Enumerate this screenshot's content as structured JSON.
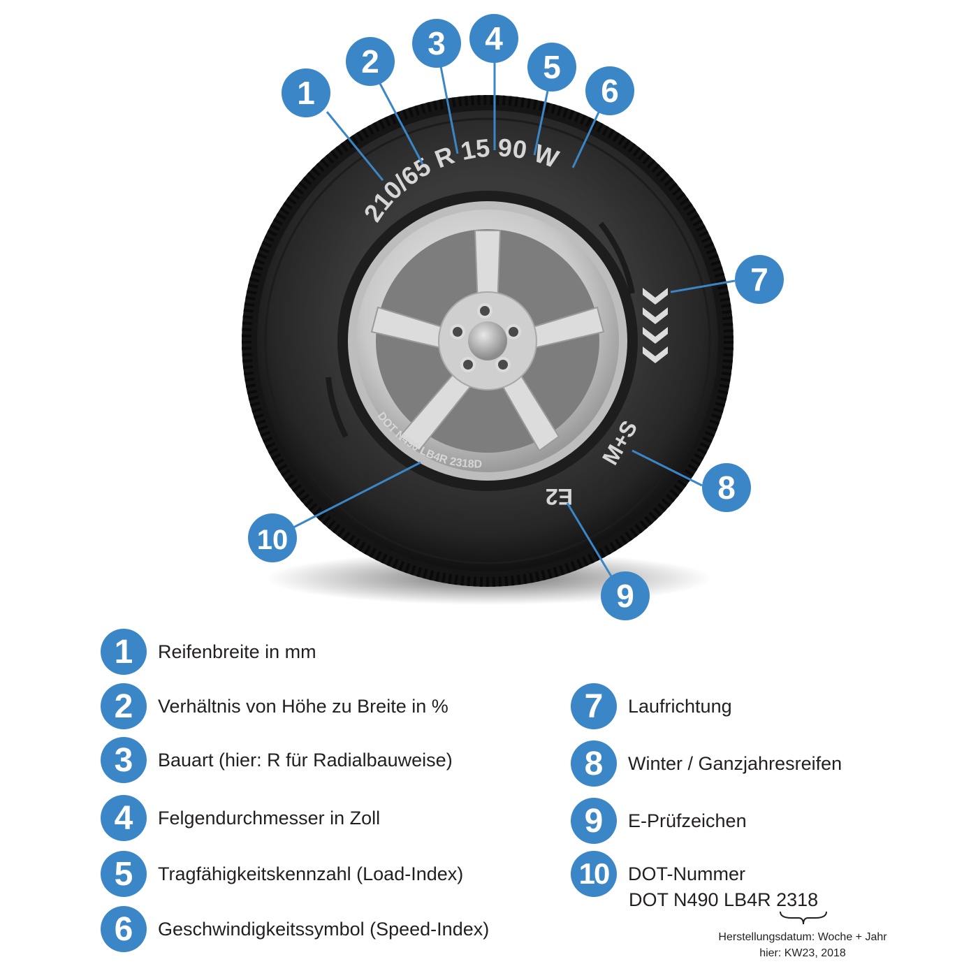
{
  "tire": {
    "size_parts": [
      "210/65",
      "R",
      "15",
      "90",
      "W"
    ],
    "ms_mark": "M+S",
    "e_mark": "E2",
    "dot_sidewall": "DOT N490 LB4R 2318D"
  },
  "callouts": [
    "1",
    "2",
    "3",
    "4",
    "5",
    "6",
    "7",
    "8",
    "9",
    "10"
  ],
  "legend": [
    {
      "num": "1",
      "text": "Reifenbreite in mm"
    },
    {
      "num": "2",
      "text": "Verhältnis von Höhe zu Breite in %"
    },
    {
      "num": "3",
      "text": "Bauart (hier: R für Radialbauweise)"
    },
    {
      "num": "4",
      "text": "Felgendurchmesser in Zoll"
    },
    {
      "num": "5",
      "text": "Tragfähigkeitskennzahl (Load-Index)"
    },
    {
      "num": "6",
      "text": "Geschwindigkeitssymbol (Speed-Index)"
    },
    {
      "num": "7",
      "text": "Laufrichtung"
    },
    {
      "num": "8",
      "text": "Winter / Ganzjahresreifen"
    },
    {
      "num": "9",
      "text": "E-Prüfzeichen"
    },
    {
      "num": "10",
      "text": "DOT-Nummer"
    }
  ],
  "dot_example": {
    "prefix": "DOT N490 LB4R ",
    "date_code": "2318"
  },
  "date_note": {
    "line1": "Herstellungsdatum: Woche + Jahr",
    "line2": "hier: KW23, 2018"
  },
  "colors": {
    "accent": "#3b86c6",
    "tire": "#2a2a2a",
    "rim": "#c8c8c8"
  }
}
